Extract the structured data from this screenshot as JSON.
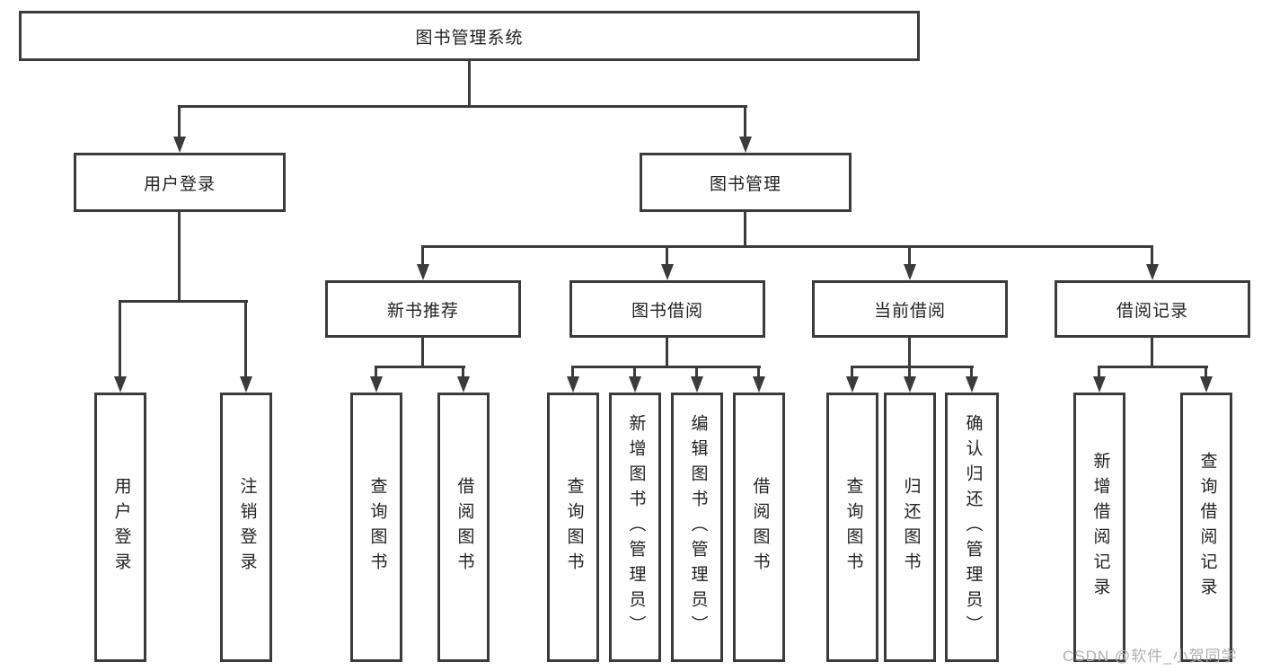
{
  "watermark": "CSDN @软件_小贺同学",
  "colors": {
    "line": "#3b3b3b",
    "box_border": "#3b3b3b",
    "text": "#222222",
    "watermark": "#b3adad",
    "background": "#ffffff"
  },
  "tree": {
    "label": "图书管理系统",
    "children": [
      {
        "label": "用户登录",
        "children": [
          {
            "label": "用户登录"
          },
          {
            "label": "注销登录"
          }
        ]
      },
      {
        "label": "图书管理",
        "children": [
          {
            "label": "新书推荐",
            "children": [
              {
                "label": "查询图书"
              },
              {
                "label": "借阅图书"
              }
            ]
          },
          {
            "label": "图书借阅",
            "children": [
              {
                "label": "查询图书"
              },
              {
                "label": "新增图书（管理员）"
              },
              {
                "label": "编辑图书（管理员）"
              },
              {
                "label": "借阅图书"
              }
            ]
          },
          {
            "label": "当前借阅",
            "children": [
              {
                "label": "查询图书"
              },
              {
                "label": "归还图书"
              },
              {
                "label": "确认归还（管理员）"
              }
            ]
          },
          {
            "label": "借阅记录",
            "children": [
              {
                "label": "新增借阅记录"
              },
              {
                "label": "查询借阅记录"
              }
            ]
          }
        ]
      }
    ]
  }
}
